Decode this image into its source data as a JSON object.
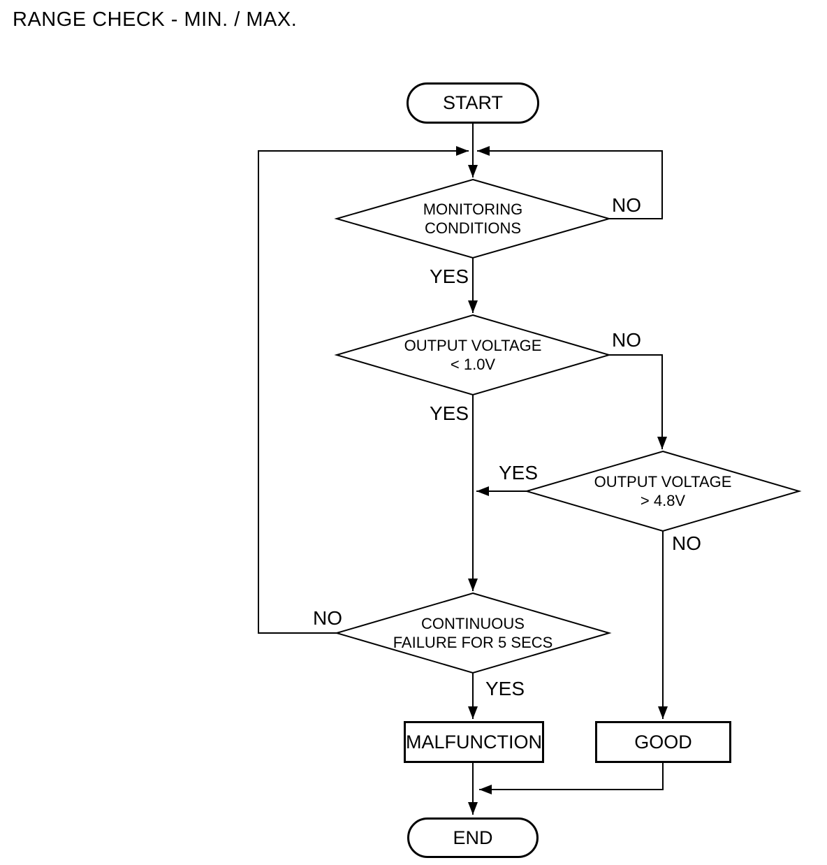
{
  "title": "RANGE CHECK - MIN. / MAX.",
  "colors": {
    "line": "#000000",
    "background": "#ffffff"
  },
  "nodes": {
    "start": {
      "label": "START"
    },
    "monitoring": {
      "line1": "MONITORING",
      "line2": "CONDITIONS"
    },
    "low_voltage": {
      "line1": "OUTPUT VOLTAGE",
      "line2": "< 1.0V"
    },
    "high_voltage": {
      "line1": "OUTPUT VOLTAGE",
      "line2": "> 4.8V"
    },
    "continuous": {
      "line1": "CONTINUOUS",
      "line2": "FAILURE FOR 5 SECS"
    },
    "malfunction": {
      "label": "MALFUNCTION"
    },
    "good": {
      "label": "GOOD"
    },
    "end": {
      "label": "END"
    }
  },
  "edge_labels": {
    "monitoring_yes": "YES",
    "monitoring_no": "NO",
    "low_voltage_yes": "YES",
    "low_voltage_no": "NO",
    "high_voltage_yes": "YES",
    "high_voltage_no": "NO",
    "continuous_yes": "YES",
    "continuous_no": "NO"
  }
}
